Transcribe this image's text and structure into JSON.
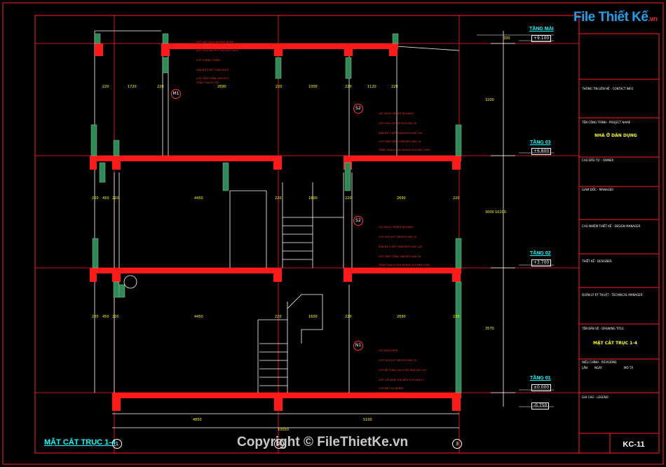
{
  "brand": {
    "name": "File Thiết Kế",
    "suffix": ".vn"
  },
  "watermark": "Copyright © FileThietKe.vn",
  "section_title": "MẶT CẮT TRỤC 1-4",
  "levels": [
    {
      "name": "TẦNG MÁI",
      "elevation": "+9.100"
    },
    {
      "name": "TẦNG 03",
      "elevation": "+6.800"
    },
    {
      "name": "TẦNG 02",
      "elevation": "+3.700"
    },
    {
      "name": "TẦNG 01",
      "elevation": "±0.000"
    },
    {
      "elevation": "-0.750"
    }
  ],
  "axes": [
    "1",
    "2",
    "3"
  ],
  "room_tags": [
    "M1",
    "S2",
    "S2",
    "N1"
  ],
  "dims_top": [
    "220",
    "1720",
    "220",
    "2690",
    "220",
    "1000",
    "220",
    "1120",
    "220"
  ],
  "dims_floor3": [
    "220",
    "450",
    "220",
    "4450",
    "220",
    "1600",
    "220",
    "2690",
    "220"
  ],
  "dims_floor2": [
    "220",
    "450",
    "220",
    "4450",
    "220",
    "1600",
    "220",
    "2690",
    "220"
  ],
  "dims_bottom": [
    "4850",
    "5100"
  ],
  "dim_total": "10050",
  "dims_vertical": [
    "3200",
    "3000",
    "10200",
    "3570",
    "330"
  ],
  "notes": {
    "m1": [
      "LỚP LÁT GẠCH CHỐNG NÓNG",
      "LỚP VỮA XM M75 TẠO DỐC VỮA",
      "LỚP CHỐNG THẤM",
      "SÀN BTCT ĐỔ TOÀN KHỐI",
      "LỚP TRÁT TRẦN VXM M75",
      "TRẦN THẠCH CAO"
    ],
    "s2a": [
      "LÁT GẠCH GRANIT 600x600",
      "LỚP VỮA LÓT XM M75 DÀY 20",
      "SÀN BTCT ĐỔ TOÀN KHỐI DÀY 120",
      "LỚP TRÁT TRẦN VXM M75 DÀY 15",
      "TRẦN THẠCH CAO KHUNG XƯƠNG CHÌM"
    ],
    "s2b": [
      "LÁT GẠCH GRANIT 600x600",
      "LỚP VỮA LÓT XM M75 DÀY 20",
      "SÀN BTCT ĐỔ TOÀN KHỐI DÀY 120",
      "LỚP TRÁT TRẦN VXM M75 DÀY 15",
      "TRẦN THẠCH CAO KHUNG XƯƠNG CHÌM"
    ],
    "n1": [
      "LÁT GẠCH MEN",
      "LỚP VỮA LÓT XM M75 DÀY 20",
      "LỚP BÊ TÔNG GẠCH VỠ M50 DÀY 100",
      "LỚP CÁT ĐEN TÔN NỀN TƯỚI NƯỚC",
      "LỚP ĐẤT TỰ NHIÊN"
    ]
  },
  "title_block": {
    "project_info": "THÔNG TIN LIÊN HỆ - CONTACT INFO",
    "project_label": "TÊN CÔNG TRÌNH - PROJECT NAME",
    "project_name": "NHÀ Ở DÂN DỤNG",
    "owner": "CHỦ ĐẦU TƯ - OWNER",
    "manager": "GIÁM ĐỐC - MANAGER",
    "design_manager": "CHỦ NHIỆM THIẾT KẾ - DESIGN MANAGER",
    "designer": "THIẾT KẾ - DESIGNER",
    "technical_manager": "QUẢN LÝ KỸ THUẬT - TECHNICAL MANAGER",
    "drawing_label": "TÊN BẢN VẼ - DRAWING TITLE",
    "drawing_title": "MẶT CẮT TRỤC 1-4",
    "revision": "HIỆU CHỈNH - REVISIONS",
    "rev_cols": [
      "LẦN",
      "NGÀY",
      "MÔ TẢ"
    ],
    "legend": "GHI CHÚ - LEGEND",
    "sheet": "KC-11"
  },
  "colors": {
    "concrete": "#ff1a1a",
    "wall": "#2e8b57",
    "line": "#ffffff",
    "dim": "#ffff00",
    "text_cyan": "#00ffff",
    "border": "#ff2020"
  }
}
